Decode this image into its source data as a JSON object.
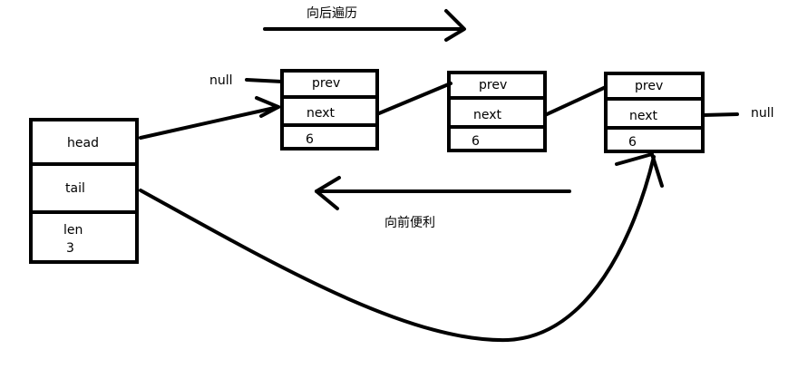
{
  "diagram": {
    "forward_label": "向后遍历",
    "backward_label": "向前便利",
    "list_struct": {
      "head": "head",
      "tail": "tail",
      "len_label": "len",
      "len_value": "3"
    },
    "nodes": [
      {
        "prev": "prev",
        "next": "next",
        "value": "6"
      },
      {
        "prev": "prev",
        "next": "next",
        "value": "6"
      },
      {
        "prev": "prev",
        "next": "next",
        "value": "6"
      }
    ],
    "null_left": "null",
    "null_right": "null"
  }
}
